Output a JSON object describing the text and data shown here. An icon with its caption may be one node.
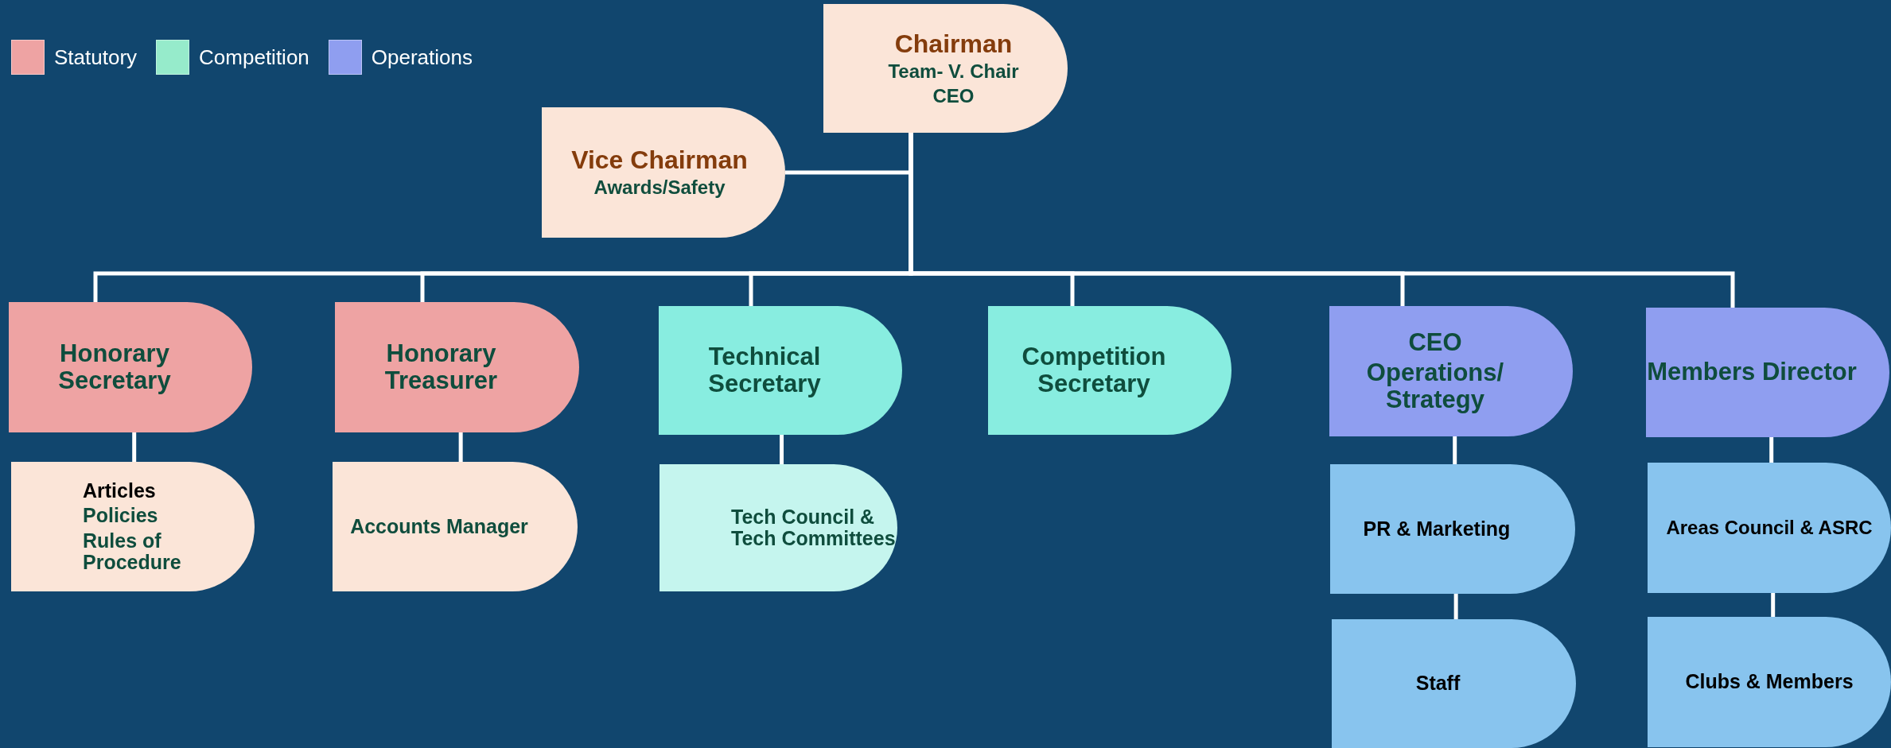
{
  "diagram": {
    "nodes": [
      {
        "text": [
          "Chairman",
          "Team- V. Chair",
          "CEO"
        ]
      },
      {
        "text": [
          "Vice Chairman",
          "Awards/Safety"
        ]
      },
      {
        "text": [
          "Honorary Secretary"
        ]
      },
      {
        "text": [
          "Honorary Treasurer"
        ]
      },
      {
        "text": [
          "Technical Secretary"
        ]
      },
      {
        "text": [
          "Competition Secretary"
        ]
      },
      {
        "text": [
          "CEO",
          "Operations/ Strategy"
        ]
      },
      {
        "text": [
          "Members Director"
        ]
      },
      {
        "text": [
          "Articles",
          "Policies",
          "Rules of Procedure"
        ]
      },
      {
        "text": [
          "Accounts Manager"
        ]
      },
      {
        "text": [
          "Tech Council & Tech Committees"
        ]
      },
      {
        "text": [
          "PR & Marketing"
        ]
      },
      {
        "text": [
          "Staff"
        ]
      },
      {
        "text": [
          "Areas Council & ASRC"
        ]
      },
      {
        "text": [
          "Clubs & Members"
        ]
      }
    ],
    "edges": [
      {
        "from": 1,
        "to": 0,
        "arrow": "none"
      },
      {
        "from": 0,
        "to": 2,
        "arrow": "none"
      },
      {
        "from": 0,
        "to": 3,
        "arrow": "none"
      },
      {
        "from": 0,
        "to": 4,
        "arrow": "none"
      },
      {
        "from": 0,
        "to": 5,
        "arrow": "none"
      },
      {
        "from": 0,
        "to": 6,
        "arrow": "none"
      },
      {
        "from": 0,
        "to": 7,
        "arrow": "none"
      },
      {
        "from": 2,
        "to": 8,
        "arrow": "none"
      },
      {
        "from": 3,
        "to": 9,
        "arrow": "none"
      },
      {
        "from": 4,
        "to": 10,
        "arrow": "none"
      },
      {
        "from": 6,
        "to": 11,
        "arrow": "none"
      },
      {
        "from": 11,
        "to": 12,
        "arrow": "none"
      },
      {
        "from": 7,
        "to": 13,
        "arrow": "none"
      },
      {
        "from": 13,
        "to": 14,
        "arrow": "none"
      }
    ],
    "legend": [
      {
        "text": "Statutory",
        "color": "#eea3a3"
      },
      {
        "text": "Competition",
        "color": "#96ebcb"
      },
      {
        "text": "Operations",
        "color": "#8f9ef0"
      }
    ]
  }
}
